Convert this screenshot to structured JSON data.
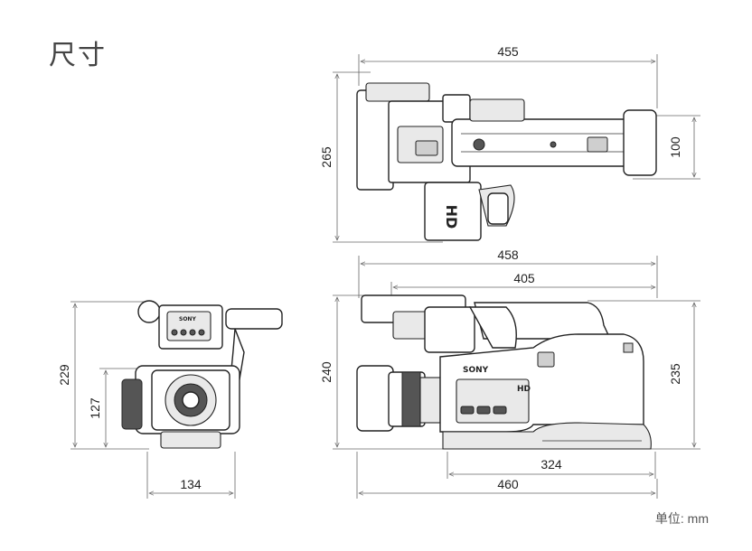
{
  "title": "尺寸",
  "unit_label": "单位: mm",
  "top_view": {
    "width": "455",
    "height": "265",
    "depth": "100"
  },
  "side_view": {
    "width_top": "458",
    "width_mid": "405",
    "height_left": "240",
    "height_right": "235",
    "base_inner": "324",
    "base_overall": "460"
  },
  "front_view": {
    "height_total": "229",
    "height_lens": "127",
    "width": "134"
  },
  "brand_mark": "SONY",
  "hd_mark": "HD"
}
